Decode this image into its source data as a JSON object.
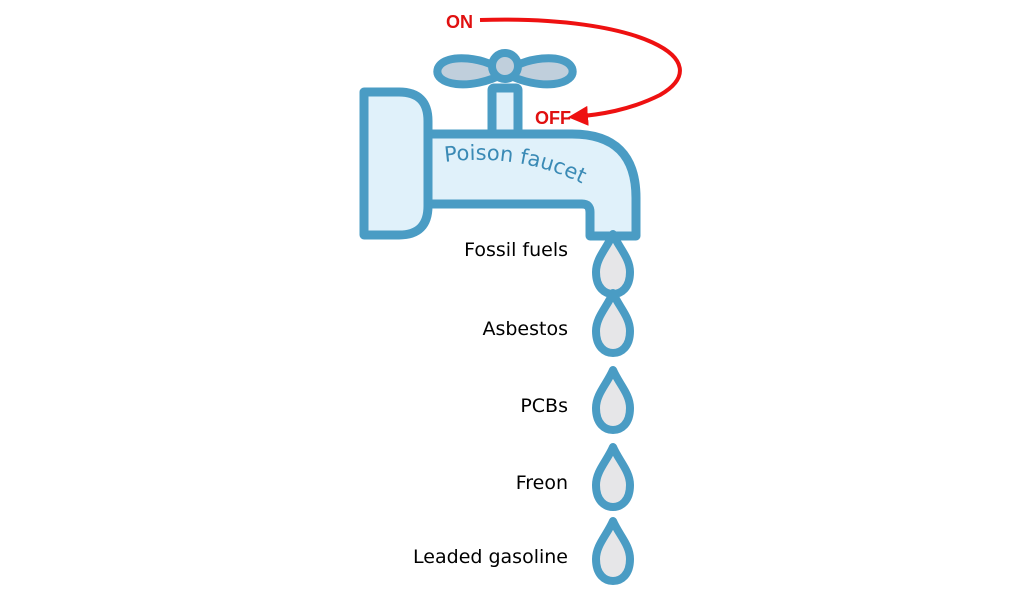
{
  "colors": {
    "faucet_stroke": "#4a9cc4",
    "faucet_fill": "#e0f1fa",
    "handle_fill": "#c0cfdc",
    "drop_fill": "#e6e6e8",
    "arrow": "#ee1111",
    "label_text": "#000000"
  },
  "switch": {
    "on_label": "ON",
    "off_label": "OFF"
  },
  "faucet": {
    "label": "Poison faucet"
  },
  "drops": [
    {
      "label": "Fossil fuels",
      "icon": "drop-icon"
    },
    {
      "label": "Asbestos",
      "icon": "drop-icon"
    },
    {
      "label": "PCBs",
      "icon": "drop-icon"
    },
    {
      "label": "Freon",
      "icon": "drop-icon"
    },
    {
      "label": "Leaded gasoline",
      "icon": "drop-icon"
    }
  ]
}
